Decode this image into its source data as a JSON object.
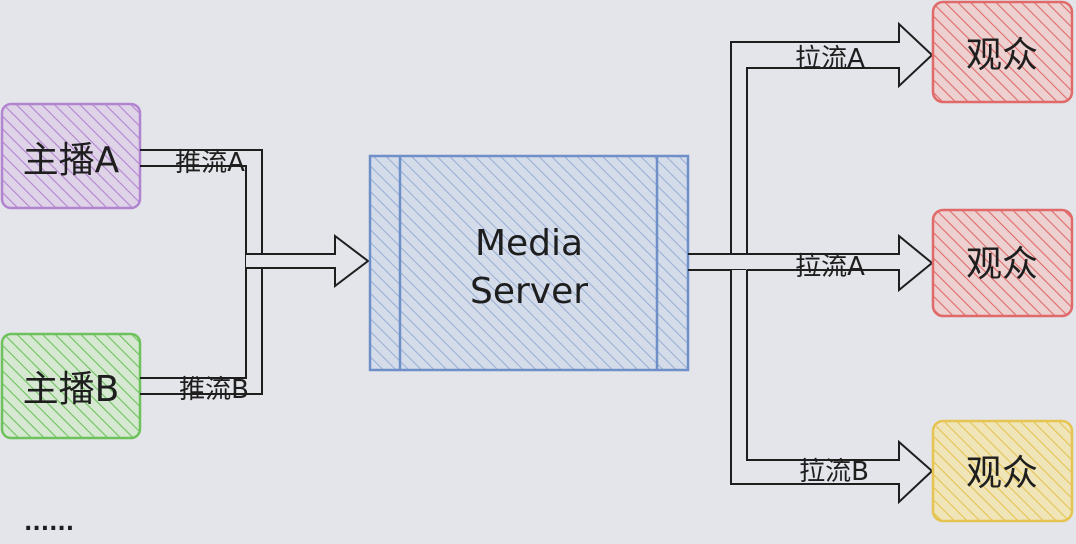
{
  "colors": {
    "background": "#e4e5ea",
    "anchor_a": "#b184d0",
    "anchor_b": "#6ec25c",
    "server": "#6e8fc8",
    "viewer_red": "#e06a6a",
    "viewer_yellow": "#e5c452",
    "line": "#1e1e1e"
  },
  "anchors": [
    {
      "label": "主播A",
      "color_key": "anchor_a"
    },
    {
      "label": "主播B",
      "color_key": "anchor_b"
    }
  ],
  "push_labels": [
    "推流A",
    "推流B"
  ],
  "server": {
    "line1": "Media",
    "line2": "Server"
  },
  "pull_labels": [
    "拉流A",
    "拉流A",
    "拉流B"
  ],
  "viewers": [
    {
      "label": "观众",
      "color_key": "viewer_red"
    },
    {
      "label": "观众",
      "color_key": "viewer_red"
    },
    {
      "label": "观众",
      "color_key": "viewer_yellow"
    }
  ],
  "ellipsis": "......"
}
